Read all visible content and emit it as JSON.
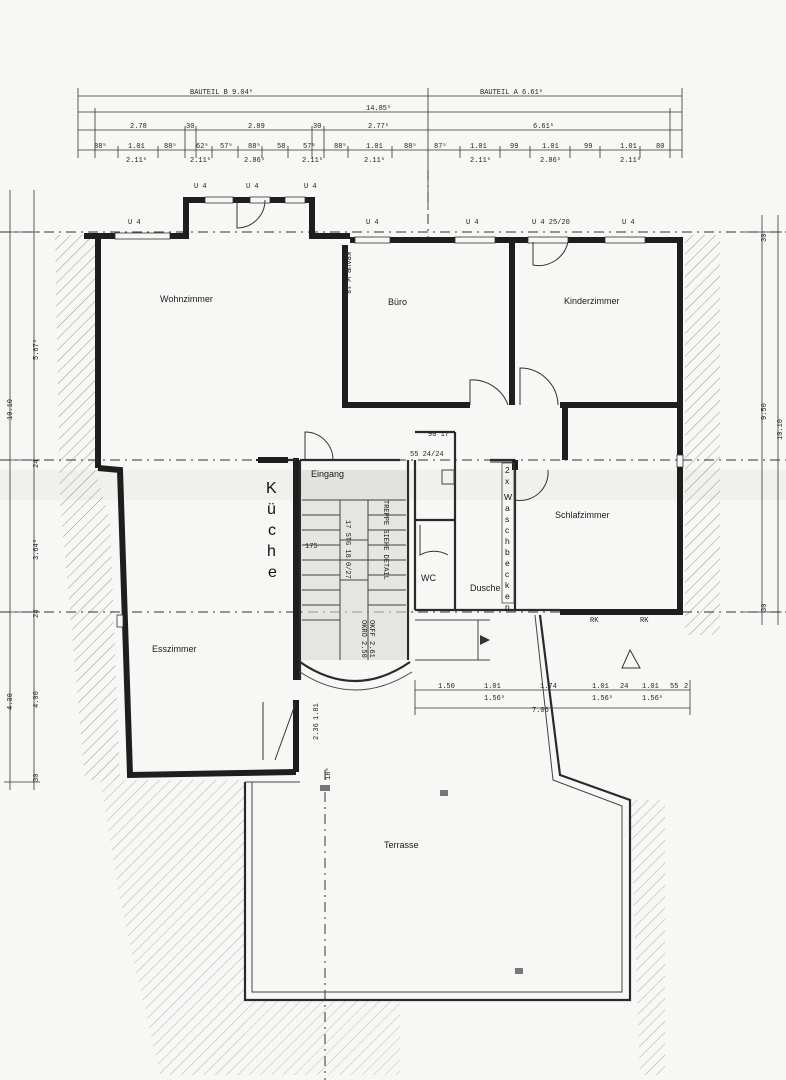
{
  "plan": {
    "rooms": {
      "wohnzimmer": "Wohnzimmer",
      "buero": "Büro",
      "kinderzimmer": "Kinderzimmer",
      "eingang": "Eingang",
      "kueche_letters": [
        "K",
        "ü",
        "c",
        "h",
        "e"
      ],
      "schlafzimmer": "Schlafzimmer",
      "wc": "WC",
      "dusche": "Dusche",
      "esszimmer": "Esszimmer",
      "terrasse": "Terrasse"
    },
    "annotations": {
      "waschbecken_letters": [
        "2",
        "x",
        "W",
        "a",
        "s",
        "c",
        "h",
        "b",
        "e",
        "c",
        "k",
        "e",
        "n"
      ],
      "treppe": "TREPPE SIEHE DETAIL",
      "stair_count": "17 STG 18.0/27",
      "stair_175": "175",
      "okff": "OKFF 2.61",
      "okff2": "OKRO 2.50",
      "kraup": "KRAUP W.18",
      "rk1": "RK",
      "rk2": "RK"
    },
    "dimensions": {
      "bauteil_b": "BAUTEIL B  9.04⁵",
      "bauteil_a": "BAUTEIL A  6.61⁵",
      "total": "14.85⁵",
      "row2": [
        "2.78",
        "30",
        "2.89",
        "30",
        "2.77⁵",
        "6.61⁵"
      ],
      "row3": [
        "88⁵",
        "1.01",
        "88⁵",
        "62⁵",
        "57⁵",
        "88⁵",
        "58",
        "57⁵",
        "88⁵",
        "1.01",
        "88⁵",
        "87⁵",
        "1.01",
        "99",
        "1.01",
        "99",
        "1.01",
        "80"
      ],
      "row4": [
        "2.11⁵",
        "2.11⁵",
        "2.86⁵",
        "2.11⁵",
        "2.11⁵",
        "2.11⁵",
        "2.86⁵",
        "2.11⁵"
      ],
      "windows_top": [
        "U 4",
        "U 4",
        "U 4",
        "U 4",
        "U 4",
        "U 4",
        "U 4  25/20",
        "U 4"
      ],
      "left_vertical": [
        "5.67⁵",
        "10.10",
        "3.64⁵",
        "4.00",
        "4.30",
        "24",
        "24",
        "30"
      ],
      "right_vertical": [
        "9.50",
        "10.10",
        "30",
        "30"
      ],
      "interior": [
        "90  17",
        "55  24/24"
      ],
      "bottom_row1": [
        "1.50",
        "1.01",
        "1.74",
        "1.01",
        "24",
        "1.01",
        "55",
        "2"
      ],
      "bottom_row2": [
        "1.56⁵",
        "1.56⁵",
        "1.56⁵",
        "7.06"
      ],
      "terrace_dims": [
        "1.81",
        "2.36",
        "18⁵"
      ]
    }
  }
}
